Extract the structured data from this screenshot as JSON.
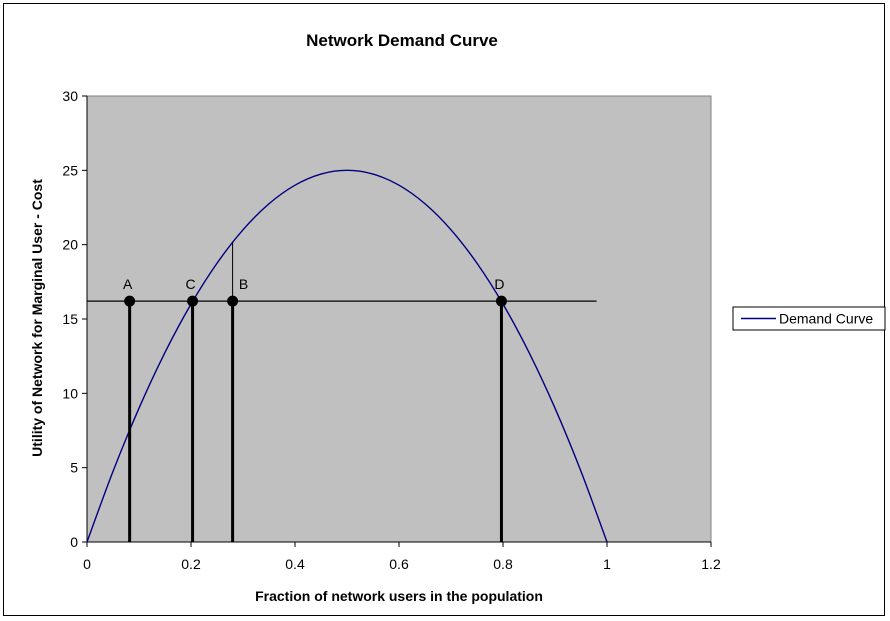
{
  "chart_data": {
    "type": "line",
    "title": "Network Demand Curve",
    "xlabel": "Fraction of network users in the population",
    "ylabel": "Utility of Network for Marginal User - Cost",
    "xlim": [
      0,
      1.2
    ],
    "ylim": [
      0,
      30
    ],
    "x_ticks": [
      "0",
      "0.2",
      "0.4",
      "0.6",
      "0.8",
      "1",
      "1.2"
    ],
    "y_ticks": [
      "0",
      "5",
      "10",
      "15",
      "20",
      "25",
      "30"
    ],
    "grid": false,
    "plot_background": "#c0c0c0",
    "series": [
      {
        "name": "Demand Curve",
        "color": "#000080",
        "x": [
          0,
          0.05,
          0.1,
          0.15,
          0.2,
          0.25,
          0.3,
          0.35,
          0.4,
          0.45,
          0.5,
          0.55,
          0.6,
          0.65,
          0.7,
          0.75,
          0.8,
          0.85,
          0.9,
          0.95,
          1.0
        ],
        "values": [
          0,
          4.75,
          9,
          12.75,
          16,
          18.75,
          21,
          22.75,
          24,
          24.75,
          25,
          24.75,
          24,
          22.75,
          21,
          18.75,
          16,
          12.75,
          9,
          4.75,
          0
        ]
      }
    ],
    "horizontal_line": {
      "y": 16.2,
      "x_from": 0,
      "x_to": 0.98
    },
    "annotation_points": [
      {
        "label": "A",
        "x": 0.082,
        "y": 16.2
      },
      {
        "label": "C",
        "x": 0.203,
        "y": 16.2
      },
      {
        "label": "B",
        "x": 0.28,
        "y": 16.2
      },
      {
        "label": "D",
        "x": 0.797,
        "y": 16.2
      }
    ],
    "thin_vertical": {
      "x": 0.28,
      "y_from": 16.2,
      "y_to": 20.2
    },
    "legend": {
      "position": "right",
      "entries": [
        "Demand Curve"
      ]
    }
  }
}
